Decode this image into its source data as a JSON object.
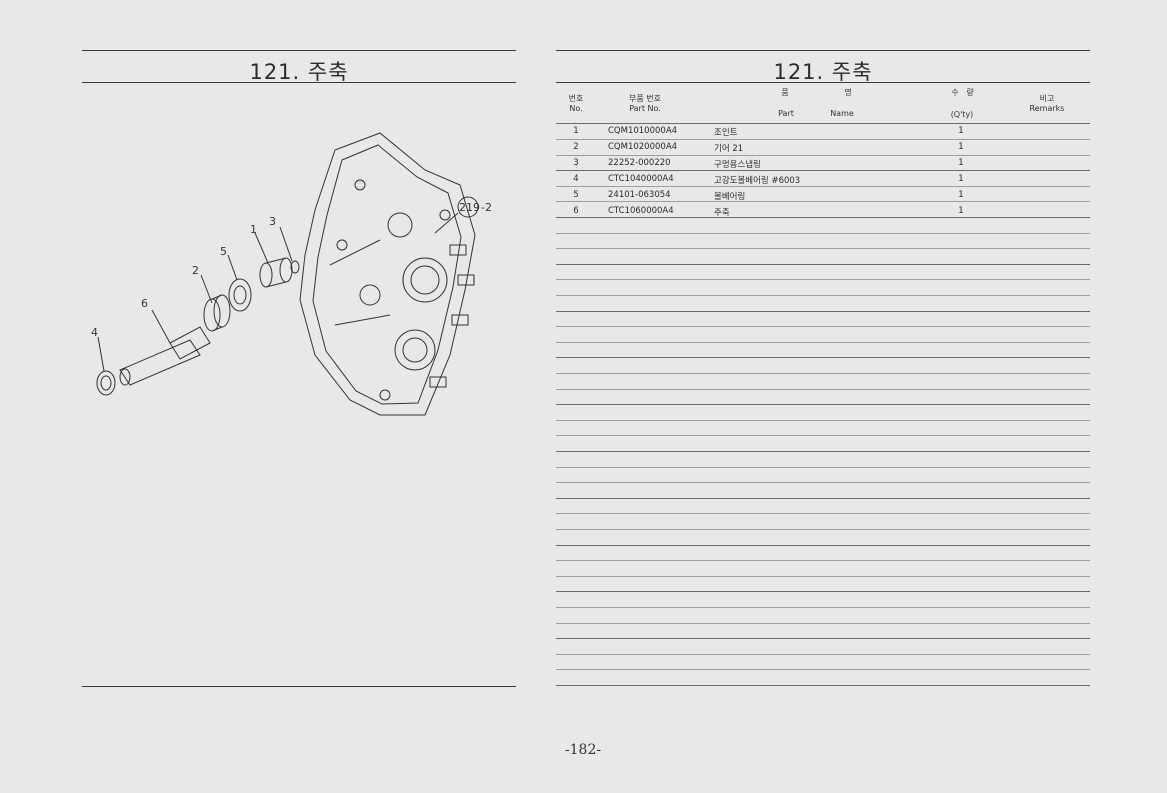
{
  "left_title": "121. 주축",
  "right_title": "121. 주축",
  "diagram": {
    "callouts": [
      "1",
      "2",
      "3",
      "4",
      "5",
      "6"
    ],
    "ref_circle": "219",
    "ref_suffix": "-2"
  },
  "table": {
    "headers": {
      "no_ko": "번호",
      "no_en": "No.",
      "part_no_ko": "부품 번호",
      "part_no_en": "Part  No.",
      "name_ko_1": "품",
      "name_ko_2": "명",
      "name_en_1": "Part",
      "name_en_2": "Name",
      "qty_ko_1": "수",
      "qty_ko_2": "량",
      "qty_en": "(Q'ty)",
      "remarks_ko": "비고",
      "remarks_en": "Remarks"
    },
    "rows": [
      {
        "no": "1",
        "part_no": "CQM1010000A4",
        "name": "조인트",
        "qty": "1"
      },
      {
        "no": "2",
        "part_no": "CQM1020000A4",
        "name": "기어 21",
        "qty": "1"
      },
      {
        "no": "3",
        "part_no": "22252-000220",
        "name": "구멍용스냅링",
        "qty": "1"
      },
      {
        "no": "4",
        "part_no": "CTC1040000A4",
        "name": "고강도볼베어링 #6003",
        "qty": "1"
      },
      {
        "no": "5",
        "part_no": "24101-063054",
        "name": "볼베어링",
        "qty": "1"
      },
      {
        "no": "6",
        "part_no": "CTC1060000A4",
        "name": "주축",
        "qty": "1"
      }
    ]
  },
  "page_number": "-182-"
}
